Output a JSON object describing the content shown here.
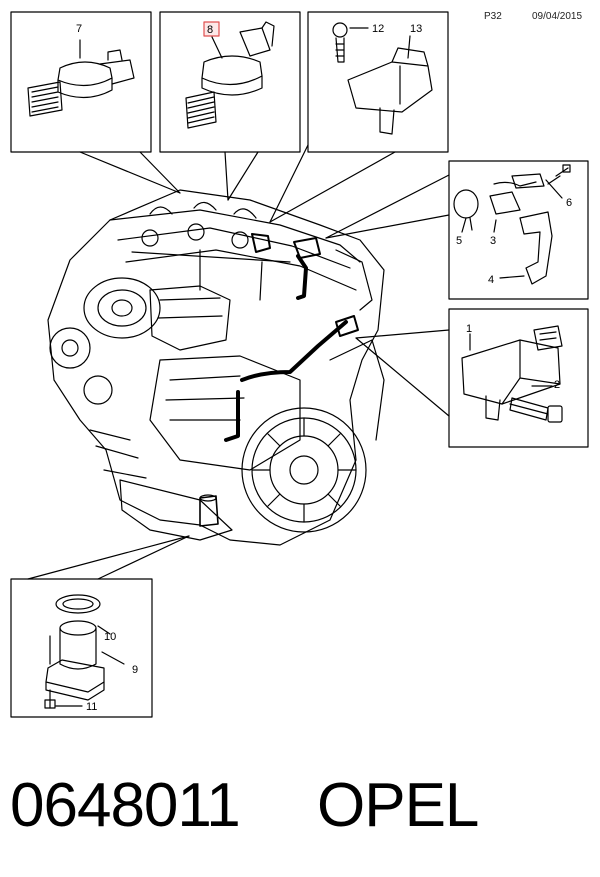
{
  "header": {
    "page_code": "P32",
    "date": "09/04/2015"
  },
  "footer": {
    "part_number": "0648011",
    "brand": "OPEL"
  },
  "callouts": {
    "c1": "1",
    "c2": "2",
    "c3": "3",
    "c4": "4",
    "c5": "5",
    "c6": "6",
    "c7": "7",
    "c8": "8",
    "c9": "9",
    "c10": "10",
    "c11": "11",
    "c12": "12",
    "c13": "13"
  },
  "colors": {
    "line": "#000000",
    "highlight": "#e05050",
    "background": "#ffffff"
  }
}
